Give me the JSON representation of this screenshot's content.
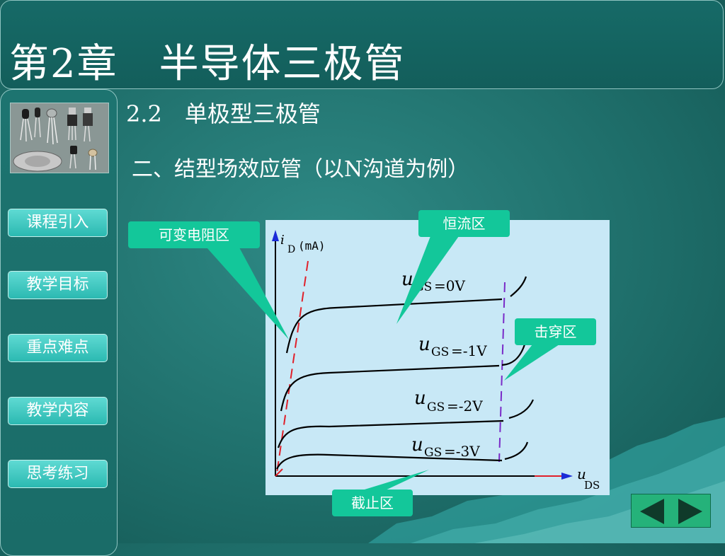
{
  "header": {
    "title": "第2章　半导体三极管"
  },
  "main": {
    "section_title": "2.2　单极型三极管",
    "subtitle": "二、结型场效应管（以N沟道为例）"
  },
  "sidebar": {
    "items": [
      {
        "label": "课程引入"
      },
      {
        "label": "教学目标"
      },
      {
        "label": "重点难点"
      },
      {
        "label": "教学内容"
      },
      {
        "label": "思考练习"
      }
    ]
  },
  "diagram": {
    "y_axis_var": "i",
    "y_axis_sub": "D",
    "y_axis_unit": "(mA)",
    "x_axis_var": "u",
    "x_axis_sub": "DS",
    "curves": [
      {
        "var": "u",
        "sub": "GS",
        "value": "=0V"
      },
      {
        "var": "u",
        "sub": "GS",
        "value": "=-1V"
      },
      {
        "var": "u",
        "sub": "GS",
        "value": "=-2V"
      },
      {
        "var": "u",
        "sub": "GS",
        "value": "=-3V"
      }
    ],
    "callouts": {
      "variable_resistance": "可变电阻区",
      "constant_current": "恒流区",
      "breakdown": "击穿区",
      "cutoff": "截止区"
    },
    "colors": {
      "panel": "#c8e8f6",
      "callout": "#13c79a",
      "axis": "#1a2bd8",
      "pinchoff_line": "#e0202a",
      "breakdown_line": "#7a2bc8"
    }
  },
  "navigation": {
    "prev_icon": "triangle-left-icon",
    "next_icon": "triangle-right-icon"
  }
}
